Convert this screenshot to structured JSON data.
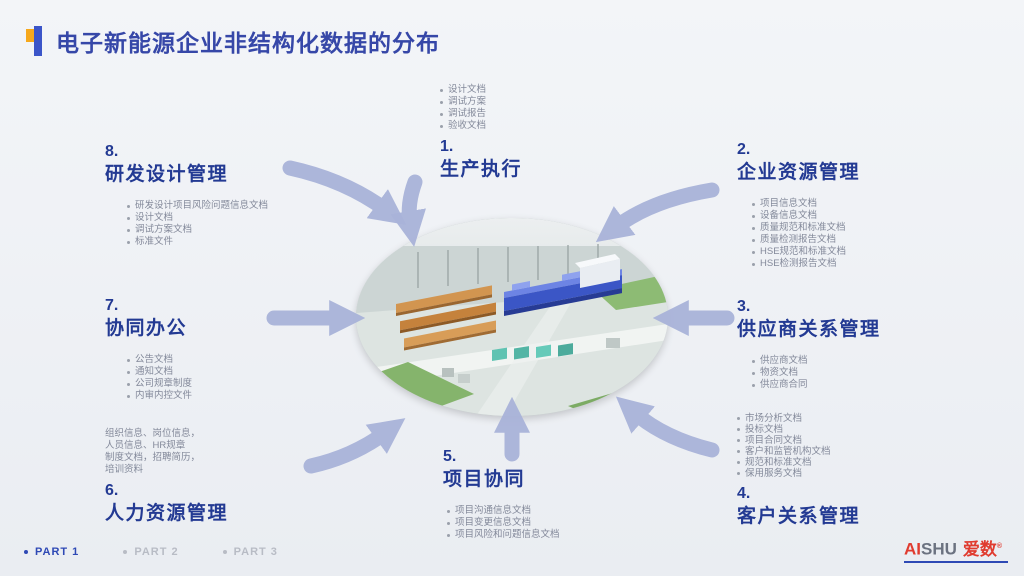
{
  "slide": {
    "title": "电子新能源企业非结构化数据的分布"
  },
  "sections": [
    {
      "num": "1.",
      "title": "生产执行",
      "items": [
        "设计文档",
        "调试方案",
        "调试报告",
        "验收文档"
      ]
    },
    {
      "num": "2.",
      "title": "企业资源管理",
      "items": [
        "项目信息文档",
        "设备信息文档",
        "质量规范和标准文档",
        "质量检测报告文档",
        "HSE规范和标准文档",
        "HSE检测报告文档"
      ]
    },
    {
      "num": "3.",
      "title": "供应商关系管理",
      "items": [
        "供应商文档",
        "物资文档",
        "供应商合同"
      ]
    },
    {
      "num": "4.",
      "title": "客户关系管理",
      "items": [
        "市场分析文档",
        "投标文档",
        "项目合同文档",
        "客户和监管机构文档",
        "规范和标准文档",
        "保用服务文档"
      ]
    },
    {
      "num": "5.",
      "title": "项目协同",
      "items": [
        "项目沟通信息文档",
        "项目变更信息文档",
        "项目风险和问题信息文档"
      ]
    },
    {
      "num": "6.",
      "title": "人力资源管理",
      "items": [
        "组织信息、岗位信息，",
        "人员信息、HR规章",
        "制度文档，招聘简历，",
        "培训资料"
      ]
    },
    {
      "num": "7.",
      "title": "协同办公",
      "items": [
        "公告文档",
        "通知文档",
        "公司规章制度",
        "内审内控文件"
      ]
    },
    {
      "num": "8.",
      "title": "研发设计管理",
      "items": [
        "研发设计项目风险问题信息文档",
        "设计文档",
        "调试方案文档",
        "标准文件"
      ]
    }
  ],
  "footer": {
    "parts": [
      {
        "label": "PART 1"
      },
      {
        "label": "PART 2"
      },
      {
        "label": "PART 3"
      }
    ],
    "logo": {
      "ai": "AI",
      "shu": "SHU",
      "cn": "爱数",
      "reg": "®"
    }
  },
  "colors": {
    "accent": "#3647a8",
    "arrow": "#a9b3d9",
    "logo_red": "#e03b2f"
  }
}
